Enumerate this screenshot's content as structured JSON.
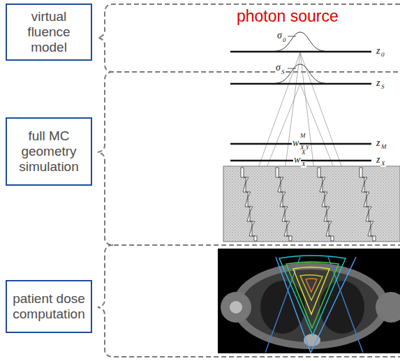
{
  "diagram": {
    "nodes": [
      {
        "text": [
          "virtual fluence model"
        ]
      },
      {
        "text": [
          "full MC geometry simulation"
        ]
      },
      {
        "text": [
          "patient dose computation"
        ]
      }
    ],
    "labels": [
      "photon source",
      "σ",
      "0",
      "z",
      "0",
      "σ",
      "S",
      "z",
      "S",
      "w",
      "M",
      "X,Y",
      "z",
      "M",
      "w",
      "X",
      "X",
      "z",
      "X"
    ]
  }
}
